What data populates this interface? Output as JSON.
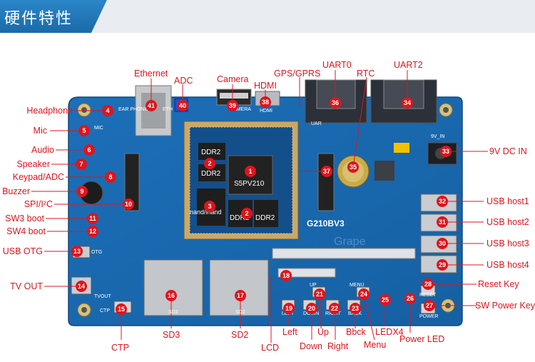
{
  "header": {
    "title": "硬件特性"
  },
  "board": {
    "model": "G210BV3",
    "soc": "S5PV210",
    "ddr_label": "DDR2",
    "nand_label": "nand/inand",
    "silk_eth": "ETH",
    "silk_ear": "EAR PHONE",
    "silk_mic": "MIC",
    "silk_camera": "CAMERA",
    "silk_hdmi": "HDMI",
    "silk_uart": "UAR",
    "silk_9vin": "9V_IN",
    "silk_otg": "OTG",
    "silk_tvout": "TVOUT",
    "silk_ctp": "CTP",
    "silk_sd3": "SD3",
    "silk_sd2": "SD2",
    "silk_up": "UP",
    "silk_menu": "MENU",
    "silk_left": "LEFT",
    "silk_down": "DOWN",
    "silk_right": "RIGHT",
    "silk_back": "BACK",
    "silk_reset": "RESET",
    "silk_power": "POWER",
    "watermark": "Grape"
  },
  "callouts": [
    {
      "n": "1",
      "label": ""
    },
    {
      "n": "2",
      "label": ""
    },
    {
      "n": "3",
      "label": ""
    },
    {
      "n": "4",
      "label": "Headphone"
    },
    {
      "n": "5",
      "label": "Mic"
    },
    {
      "n": "6",
      "label": "Audio"
    },
    {
      "n": "7",
      "label": "Speaker"
    },
    {
      "n": "8",
      "label": "Keypad/ADC"
    },
    {
      "n": "9",
      "label": "Buzzer"
    },
    {
      "n": "10",
      "label": "SPI/I²C"
    },
    {
      "n": "11",
      "label": "SW3 boot"
    },
    {
      "n": "12",
      "label": "SW4 boot"
    },
    {
      "n": "13",
      "label": "USB OTG"
    },
    {
      "n": "14",
      "label": "TV OUT"
    },
    {
      "n": "15",
      "label": "CTP"
    },
    {
      "n": "16",
      "label": "SD3"
    },
    {
      "n": "17",
      "label": "SD2"
    },
    {
      "n": "18",
      "label": "LCD"
    },
    {
      "n": "19",
      "label": "Left"
    },
    {
      "n": "20",
      "label": "Down"
    },
    {
      "n": "21",
      "label": "Up"
    },
    {
      "n": "22",
      "label": "Right"
    },
    {
      "n": "23",
      "label": "Bbck"
    },
    {
      "n": "24",
      "label": "Menu"
    },
    {
      "n": "25",
      "label": "LEDX4"
    },
    {
      "n": "26",
      "label": "Power LED"
    },
    {
      "n": "27",
      "label": "SW Power Key"
    },
    {
      "n": "28",
      "label": "Reset Key"
    },
    {
      "n": "29",
      "label": "USB host4"
    },
    {
      "n": "30",
      "label": "USB host3"
    },
    {
      "n": "31",
      "label": "USB host2"
    },
    {
      "n": "32",
      "label": "USB host1"
    },
    {
      "n": "33",
      "label": "9V DC IN"
    },
    {
      "n": "34",
      "label": "UART2"
    },
    {
      "n": "35",
      "label": "RTC"
    },
    {
      "n": "36",
      "label": "UART0"
    },
    {
      "n": "37",
      "label": "GPS/GPRS"
    },
    {
      "n": "38",
      "label": "HDMI"
    },
    {
      "n": "39",
      "label": "Camera"
    },
    {
      "n": "40",
      "label": "ADC"
    },
    {
      "n": "41",
      "label": "Ethernet"
    }
  ]
}
